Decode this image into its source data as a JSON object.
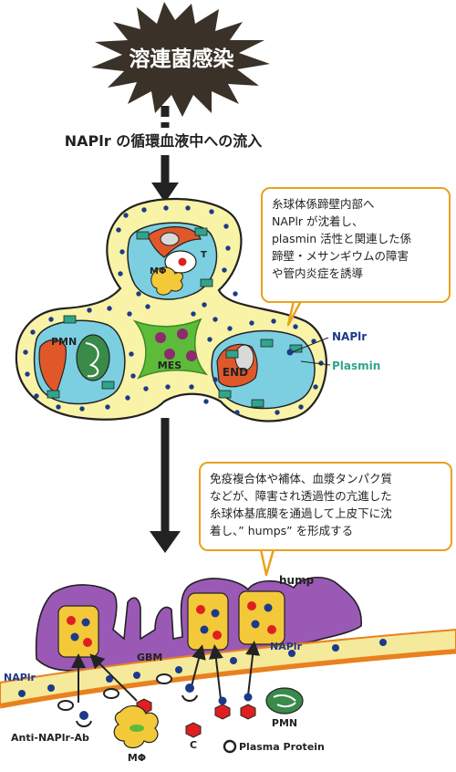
{
  "title": "溶連菌感染",
  "step1": "NAPlr の循環血液中への流入",
  "callout_top": [
    "糸球体係蹄壁内部へ",
    "NAPlr が沈着し、",
    "plasmin 活性と関連した係",
    "蹄壁・メサンギウムの障害",
    "や管内炎症を誘導"
  ],
  "callout_bottom": [
    "免疫複合体や補体、血漿タンパク質",
    "などが、障害され透過性の亢進した",
    "糸球体基底膜を通過して上皮下に沈",
    "着し、” humps” を形成する"
  ],
  "labels": {
    "mphi_top": "MΦ",
    "t_cell": "T",
    "pmn_top": "PMN",
    "mes": "MES",
    "end": "END",
    "naplr_top": "NAPlr",
    "plasmin": "Plasmin",
    "hump": "hump",
    "gbm": "GBM",
    "naplr_left": "NAPlr",
    "naplr_right": "NAPlr",
    "anti_naplr_ab": "Anti-NAPlr-Ab",
    "mphi_bottom": "MΦ",
    "complement": "C",
    "plasma_protein": "Plasma Protein",
    "pmn_bottom": "PMN"
  },
  "colors": {
    "burst": "#3a3128",
    "capsule": "#f8f3a6",
    "capillary": "#7ccfe0",
    "mesangium": "#5cbc3a",
    "endothelium": "#e0582a",
    "naplr_dot": "#1d3a8a",
    "plasmin": "#2fa58a",
    "hump": "#9b59b6",
    "callout_border": "#e8a21f",
    "gbm": "#f5e99b",
    "gbm_edge": "#e8811f"
  }
}
